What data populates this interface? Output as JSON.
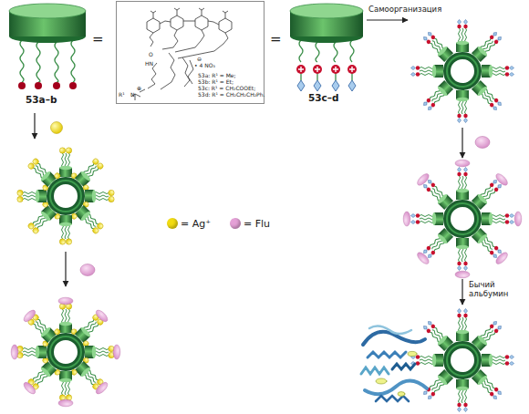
{
  "diagram": {
    "nodes": [
      {
        "text": [
          "53a–b"
        ]
      },
      {
        "text": [
          "O",
          "HN",
          "⊕",
          "N",
          "R¹",
          "⊖",
          "• 4 NO₃",
          "53a: R¹ = Me;",
          "53b: R¹ = Et;",
          "53c: R¹ = CH₂COOEt;",
          "53d: R¹ = CH₂CH₂CH₂Ph."
        ]
      },
      {
        "text": [
          "53c–d"
        ]
      }
    ],
    "labels": [
      "=",
      "=",
      "Самоорганизация",
      "Бычий альбумин"
    ],
    "legend": [
      {
        "text": "= Ag⁺",
        "color": "#f2dc12"
      },
      {
        "text": "= Flu",
        "color": "#e4a0d6"
      }
    ]
  }
}
